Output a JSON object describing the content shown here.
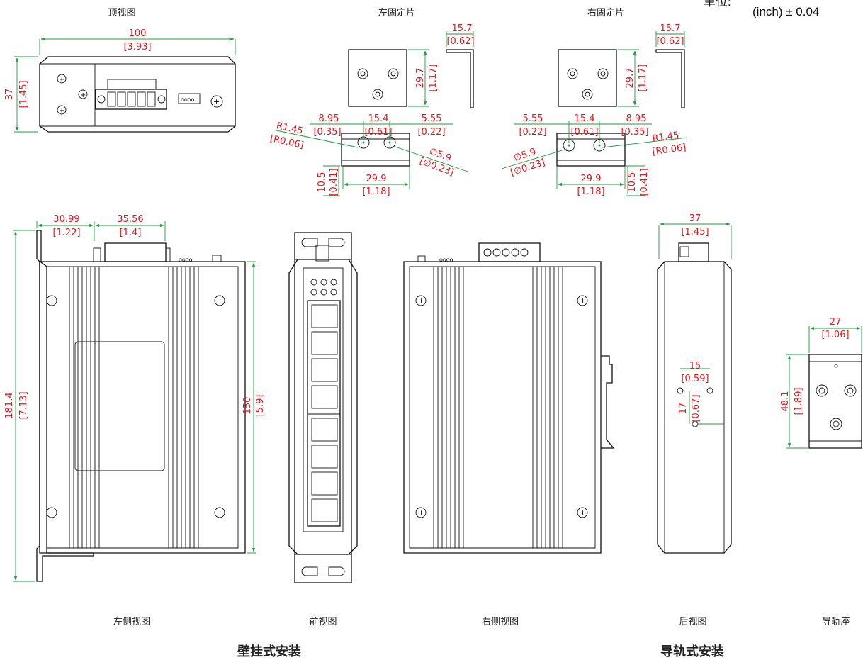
{
  "unit_note": {
    "label": "单位:",
    "value": "(inch) ± 0.04"
  },
  "captions": {
    "top_view": "顶视图",
    "left_bracket": "左固定片",
    "right_bracket": "右固定片",
    "left_side_view": "左侧视图",
    "front_view": "前视图",
    "right_side_view": "右侧视图",
    "rear_view": "后视图",
    "rail_seat": "导轨座"
  },
  "groups": {
    "wall_mount": "壁挂式安装",
    "rail_mount": "导轨式安装"
  },
  "dims": {
    "top_width": {
      "mm": "100",
      "in": "[3.93]"
    },
    "top_height": {
      "mm": "37",
      "in": "[1.45]"
    },
    "lb_flange": {
      "mm": "15.7",
      "in": "[0.62]"
    },
    "lb_height": {
      "mm": "29.7",
      "in": "[1.17]"
    },
    "lb_left": {
      "mm": "8.95",
      "in": "[0.35]"
    },
    "lb_mid": {
      "mm": "15.4",
      "in": "[0.61]"
    },
    "lb_right": {
      "mm": "5.55",
      "in": "[0.22]"
    },
    "lb_radius": {
      "mm": "R1.45",
      "in": "[R0.06]"
    },
    "lb_hole": {
      "mm": "∅5.9",
      "in": "[∅0.23]"
    },
    "lb_bottom": {
      "mm": "10.5",
      "in": "[0.41]"
    },
    "lb_span": {
      "mm": "29.9",
      "in": "[1.18]"
    },
    "rb_flange": {
      "mm": "15.7",
      "in": "[0.62]"
    },
    "rb_height": {
      "mm": "29.7",
      "in": "[1.17]"
    },
    "rb_left": {
      "mm": "5.55",
      "in": "[0.22]"
    },
    "rb_mid": {
      "mm": "15.4",
      "in": "[0.61]"
    },
    "rb_right": {
      "mm": "8.95",
      "in": "[0.35]"
    },
    "rb_radius": {
      "mm": "R1.45",
      "in": "[R0.06]"
    },
    "rb_hole": {
      "mm": "∅5.9",
      "in": "[∅0.23]"
    },
    "rb_bottom": {
      "mm": "10.5",
      "in": "[0.41]"
    },
    "rb_span": {
      "mm": "29.9",
      "in": "[1.18]"
    },
    "ls_a": {
      "mm": "30.99",
      "in": "[1.22]"
    },
    "ls_b": {
      "mm": "35.56",
      "in": "[1.4]"
    },
    "ls_total": {
      "mm": "181.4",
      "in": "[7.13]"
    },
    "ls_body": {
      "mm": "150",
      "in": "[5.9]"
    },
    "rear_width": {
      "mm": "37",
      "in": "[1.45]"
    },
    "rear_holes_x": {
      "mm": "15",
      "in": "[0.59]"
    },
    "rear_holes_y": {
      "mm": "17",
      "in": "[0.67]"
    },
    "rail_width": {
      "mm": "27",
      "in": "[1.06]"
    },
    "rail_height": {
      "mm": "48.1",
      "in": "[1.89]"
    }
  },
  "colors": {
    "dimension_text": "#e8141c",
    "dimension_line": "#1a9c3a",
    "outline": "#111111"
  }
}
